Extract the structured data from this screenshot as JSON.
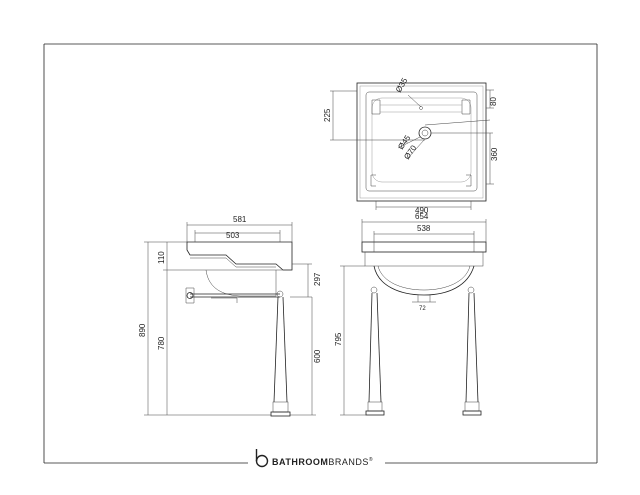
{
  "brand": {
    "name_bold": "BATHROOM",
    "name_light": "BRANDS",
    "mark": "®",
    "logo_icon": "b-monogram-icon"
  },
  "side_view": {
    "dim_top_outer": "581",
    "dim_top_inner": "503",
    "dim_rim": "110",
    "dim_total_height": "890",
    "dim_rim_height": "780",
    "dim_basin_depth": "297",
    "dim_leg_height": "600"
  },
  "plan_view": {
    "dim_overflow": "Ø35",
    "dim_back": "225",
    "dim_rear_edge": "80",
    "dim_waste": "Ø45",
    "dim_tap": "Ø70",
    "dim_bowl_depth": "360",
    "dim_bowl_width": "490"
  },
  "front_view": {
    "dim_outer_width": "654",
    "dim_inner_width": "538",
    "dim_rail_height": "795",
    "dim_waste_gap": "72"
  }
}
